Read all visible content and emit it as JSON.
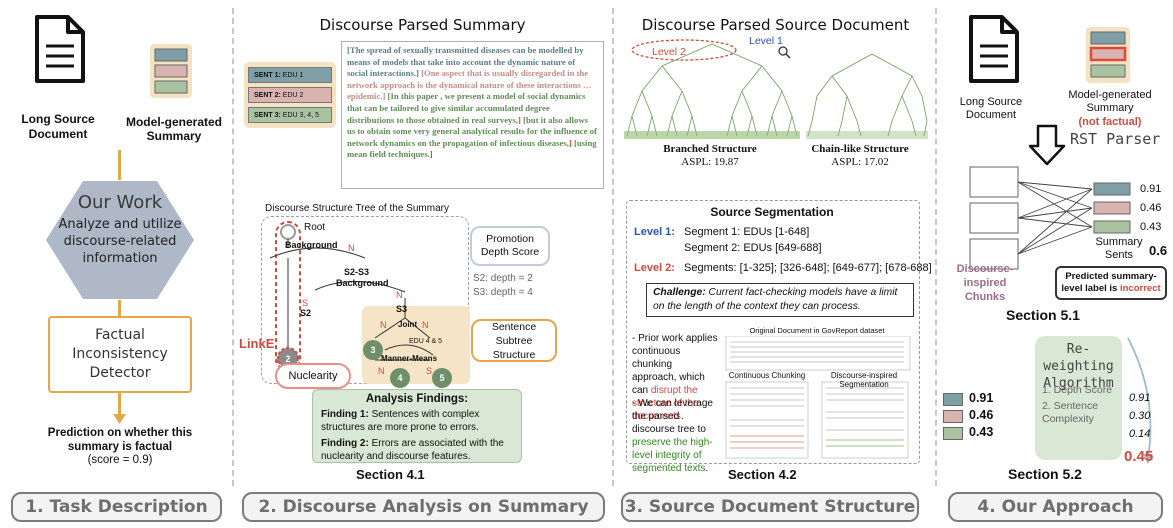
{
  "colors": {
    "sent_teal": "#7f9fa6",
    "sent_pink": "#d9b3b0",
    "sent_green": "#a9c3a2",
    "hex": "#aeb8c6",
    "finding_bg": "#d9e8d4",
    "edu_bg": "#f6e4c7",
    "red": "#d24a3f",
    "blue": "#2d52b8",
    "green": "#2f8a1e",
    "accent": "#e5a64a"
  },
  "icons": [
    "document-icon",
    "stacked-bars-icon",
    "magnifier-icon",
    "arrow-down-icon",
    "down-arrow-outline-icon"
  ],
  "panel1": {
    "doc_label": "Long Source Document",
    "summary_label": "Model-generated Summary",
    "our_work_title": "Our Work",
    "our_work_body": "Analyze and utilize discourse-related information",
    "detector": "Factual Inconsistency Detector",
    "prediction": "Prediction on whether this summary is factual",
    "score": "(score = 0.9)",
    "footer": "1. Task Description"
  },
  "panel2": {
    "title": "Discourse Parsed Summary",
    "sents": [
      {
        "label": "SENT 1:",
        "text": "EDU 1"
      },
      {
        "label": "SENT 2:",
        "text": "EDU 2"
      },
      {
        "label": "SENT 3:",
        "text": "EDU 3, 4, 5"
      }
    ],
    "summary_p1": "[The spread of sexually transmitted diseases can be modelled by means of models that take into account the dynamic nature of social interactions.]",
    "summary_p2": "[One aspect that is usually disregarded in the network approach is the dynamical nature of these interactions … epidemic.]",
    "summary_p3": "[In this paper , we present a model of social dynamics that can be tailored to give similar accumulated degree distributions to those obtained in real surveys,",
    "summary_p4": "]",
    "summary_p5": "[but it also allows us to obtain some very general analytical results for the influence of network dynamics on the propagation of infectious diseases,",
    "summary_p6": "]",
    "summary_p7": "[using mean field techniques.",
    "summary_p8": "]",
    "tree_title": "Discourse Structure Tree of the Summary",
    "root": "Root",
    "background1": "Background",
    "s2s3": "S2-S3",
    "background2": "Background",
    "s2": "S2",
    "s3": "S3",
    "joint": "Joint",
    "edu45": "EDU 4 & 5",
    "manner": "Manner-Means",
    "n": "N",
    "s": "S",
    "node2": "2",
    "node3": "3",
    "node4": "4",
    "node5": "5",
    "linke": "LinkE",
    "nuclearity": "Nuclearity",
    "promotion": "Promotion Depth Score",
    "depth_s2": "S2: depth = 2",
    "depth_s3": "S3: depth = 4",
    "subtree": "Sentence Subtree Structure",
    "findings_title": "Analysis Findings:",
    "finding1_label": "Finding 1:",
    "finding1": "Sentences with complex structures are more prone to errors.",
    "finding2_label": "Finding 2:",
    "finding2": "Errors are associated with the nuclearity and discourse features.",
    "section": "Section 4.1",
    "footer": "2. Discourse Analysis on Summary"
  },
  "panel3": {
    "title": "Discourse Parsed Source Document",
    "level1": "Level 1",
    "level2": "Level 2",
    "branched": "Branched Structure",
    "branched_aspl": "ASPL: 19.87",
    "chain": "Chain-like Structure",
    "chain_aspl": "ASPL: 17.02",
    "seg_title": "Source Segmentation",
    "l1_label": "Level 1:",
    "l1_seg1": "Segment 1: EDUs [1-648]",
    "l1_seg2": "Segment 2: EDUs [649-688]",
    "l2_label": "Level 2:",
    "l2_segs": "Segments: [1-325]; [326-648]; [649-677]; [678-688]",
    "challenge_label": "Challenge:",
    "challenge": "Current fact-checking models have a limit on the length of the context they can process.",
    "prior_a": "- Prior work applies continuous chunking approach, which can ",
    "prior_red": "disrupt the structure of the documents",
    "prior_b": ".",
    "leverage_a": "- We can leverage the parsed discourse tree to ",
    "leverage_green": "preserve the high-level integrity of segmented texts",
    "leverage_b": ".",
    "orig_doc": "Original Document in GovReport dataset",
    "cont_chunk": "Continuous Chunking",
    "disc_seg": "Discourse-inspired Segmentation",
    "section": "Section 4.2",
    "footer": "3. Source Document Structure"
  },
  "panel4": {
    "doc_label": "Long Source Document",
    "summary_label": "Model-generated Summary",
    "not_factual": "(not factual)",
    "rst": "RST Parser",
    "scores": [
      "0.91",
      "0.46",
      "0.43"
    ],
    "summary_sents": "Summary Sents",
    "big_score": "0.6",
    "chunks": "Discourse-inspired Chunks",
    "pred_a": "Predicted summary-level label is ",
    "pred_red": "incorrect",
    "section51": "Section 5.1",
    "algo_title": "Re-weighting Algorithm",
    "algo_items": [
      "1.  Depth Score",
      "2.  Sentence Complexity"
    ],
    "left_scores": [
      "0.91",
      "0.46",
      "0.43"
    ],
    "right_scores": [
      "0.91",
      "0.30",
      "0.14"
    ],
    "final": "0.45",
    "section52": "Section 5.2",
    "footer": "4. Our Approach"
  }
}
